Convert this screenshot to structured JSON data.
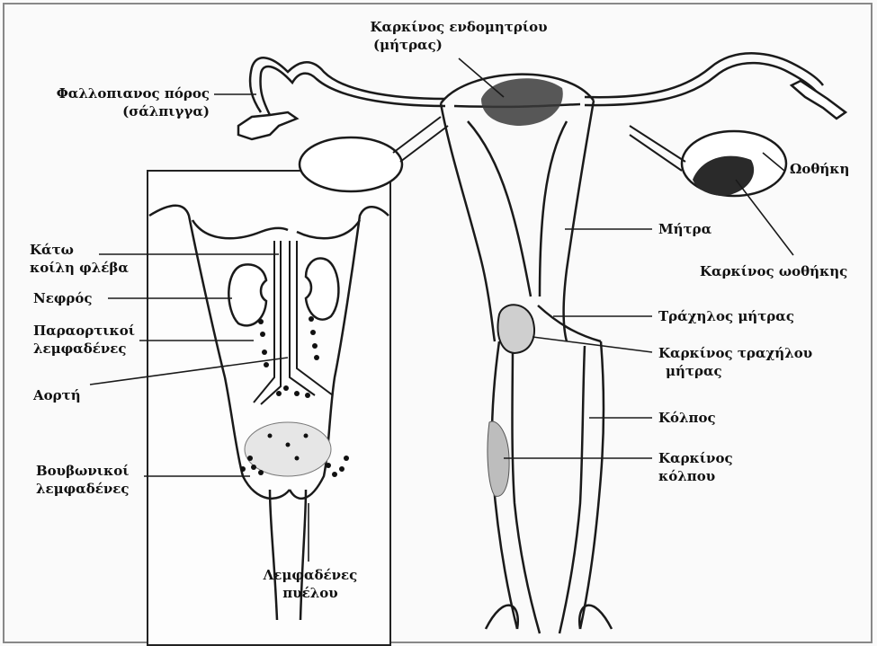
{
  "labels": {
    "endometrial_cancer": [
      "Καρκίνος ενδομητρίου",
      "(μήτρας)"
    ],
    "fallopian_tube": [
      "Φαλλοπιανος πόρος",
      "(σάλπιγγα)"
    ],
    "ovary": "Ωοθήκη",
    "uterus": "Μήτρα",
    "ovarian_cancer": "Καρκίνος ωοθήκης",
    "cervix": "Τράχηλος μήτρας",
    "cervical_cancer": [
      "Καρκίνος τραχήλου",
      "μήτρας"
    ],
    "vagina": "Κόλπος",
    "vaginal_cancer": [
      "Καρκίνος",
      "κόλπου"
    ],
    "inferior_vena_cava": [
      "Κάτω",
      "κοίλη φλέβα"
    ],
    "kidney": "Νεφρός",
    "paraaortic_nodes": [
      "Παραορτικοί",
      "λεμφαδένες"
    ],
    "aorta": "Αορτή",
    "inguinal_nodes": [
      "Βουβωνικοί",
      "λεμφαδένες"
    ],
    "pelvic_nodes": [
      "Λεμφαδένες",
      "πυέλου"
    ]
  },
  "colors": {
    "line": "#1a1a1a",
    "tumor": "#2a2a2a",
    "background": "#fafafa"
  }
}
